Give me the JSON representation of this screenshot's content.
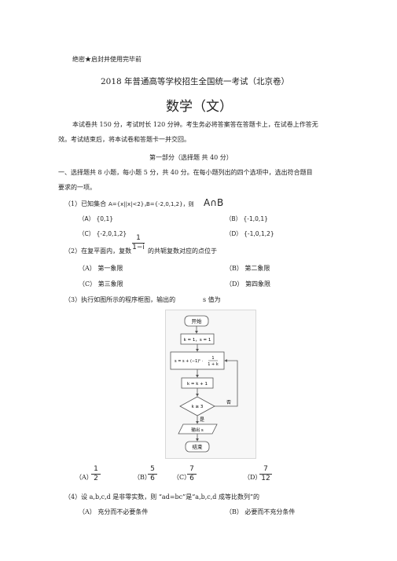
{
  "header": {
    "secret_note": "绝密★启封并使用完毕前",
    "exam_title": "2018 年普通高等学校招生全国统一考试（北京卷）",
    "subject_title": "数学（文）"
  },
  "intro": {
    "line1": "本试卷共    150 分，考试时长    120 分钟。考生务必将答案答在答题卡上，在试卷上作答无",
    "line2": "效。考试结束后，将本试卷和答题卡一并交回。"
  },
  "part1": {
    "title": "第一部分（选择题        共 40 分）",
    "instr1": "一、选择题共    8 小题，每小题    5 分，共  40 分。在每小题列出的四个选项中，选出符合题目",
    "instr2": "要求的一项。"
  },
  "q1": {
    "stem": "（1）已知集合",
    "setA": "A={x||x|<2}，",
    "setB": "B={-2,0,1,2}，则",
    "expr": "A∩B",
    "options": [
      "（A） {0,1}",
      "（B） {-1,0,1}",
      "（C） {-2,0,1,2}",
      "（D） {-1,0,1,2}"
    ]
  },
  "q2": {
    "stem": "（2）在复平面内，复数",
    "frac_num": "1",
    "frac_den": "1−i",
    "stem_end": "的共轭复数对应的点位于",
    "options": [
      "（A） 第一象限",
      "（B） 第二象限",
      "（C） 第三象限",
      "（D） 第四象限"
    ]
  },
  "q3": {
    "stem": "（3）执行如图所示的程序框图，输出的",
    "var": "s 值为",
    "flow": {
      "start": "开始",
      "init": "k = 1，s = 1",
      "update_prefix": "s = s + (−1)ᵏ ·",
      "update_frac_num": "1",
      "update_frac_den": "1 + k",
      "increment": "k = k + 1",
      "condition": "k ≥ 3",
      "yes": "是",
      "no": "否",
      "output": "输出 s",
      "end": "结束"
    },
    "options": [
      {
        "label": "（A）",
        "num": "1",
        "den": "2"
      },
      {
        "label": "（B）",
        "num": "5",
        "den": "6"
      },
      {
        "label": "（C）",
        "num": "7",
        "den": "6"
      },
      {
        "label": "（D）",
        "num": "7",
        "den": "12"
      }
    ]
  },
  "q4": {
    "stem": "（4）设  a,b,c,d 是非零实数，则     “ad=bc”是“a,b,c,d 成等比数列”的",
    "options": [
      "（A） 充分而不必要条件",
      "（B） 必要而不充分条件"
    ]
  }
}
